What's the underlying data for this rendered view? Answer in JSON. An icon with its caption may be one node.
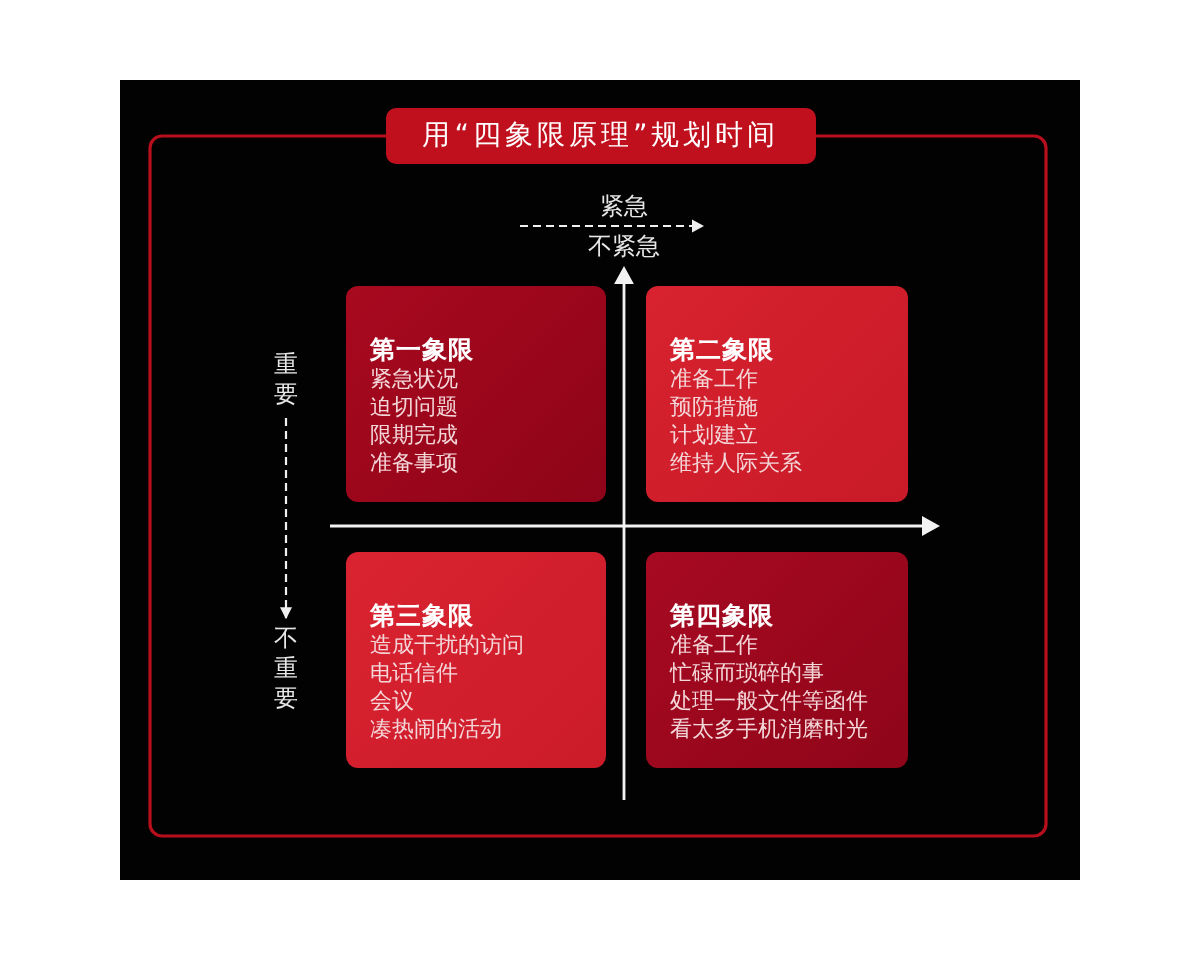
{
  "diagram": {
    "title": "用“四象限原理”规划时间",
    "nodes": [
      {
        "text": [
          "第一象限",
          "紧急状况",
          "迫切问题",
          "限期完成",
          "准备事项"
        ]
      },
      {
        "text": [
          "第二象限",
          "准备工作",
          "预防措施",
          "计划建立",
          "维持人际关系"
        ]
      },
      {
        "text": [
          "第三象限",
          "造成干扰的访问",
          "电话信件",
          "会议",
          "凑热闹的活动"
        ]
      },
      {
        "text": [
          "第四象限",
          "准备工作",
          "忙碌而琐碎的事",
          "处理一般文件等函件",
          "看太多手机消磨时光"
        ]
      },
      {
        "text": [
          "重要"
        ]
      },
      {
        "text": [
          "不重要"
        ]
      }
    ],
    "edges": [
      {
        "from": 4,
        "to": 5,
        "arrow": "to",
        "style": "dashed"
      }
    ],
    "labels": [
      "紧急",
      "不紧急"
    ]
  }
}
